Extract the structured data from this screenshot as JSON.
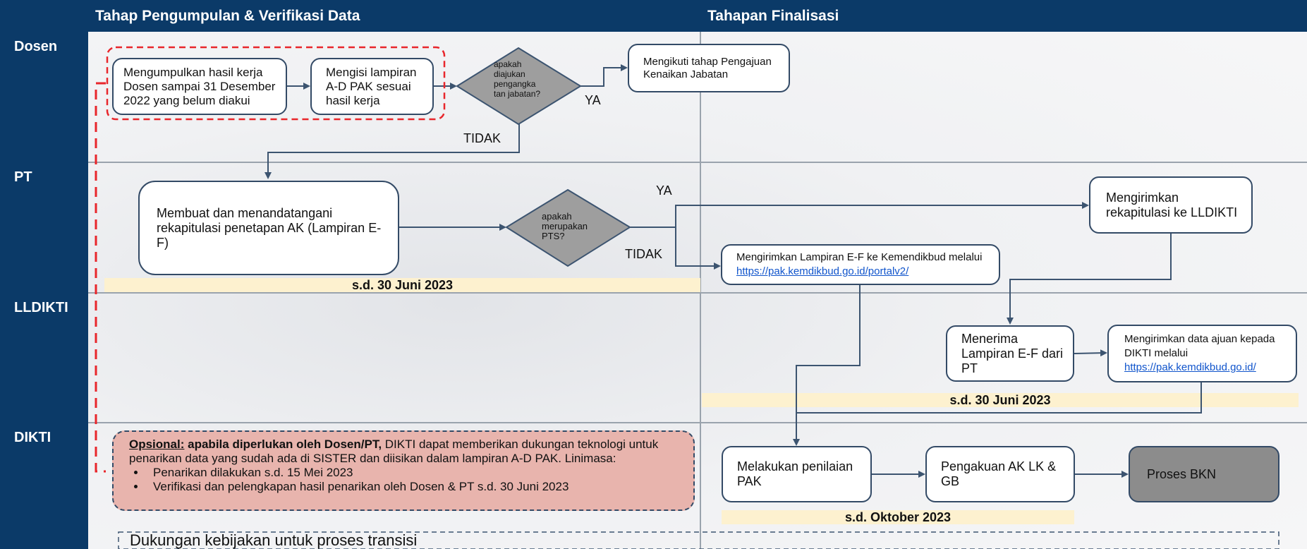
{
  "headers": {
    "phase1": "Tahap Pengumpulan & Verifikasi Data",
    "phase2": "Tahapan Finalisasi"
  },
  "lanes": [
    "Dosen",
    "PT",
    "LLDIKTI",
    "DIKTI"
  ],
  "dosen": {
    "step1": "Mengumpulkan hasil kerja Dosen sampai 31 Desember 2022 yang belum diakui",
    "step2": "Mengisi lampiran A-D PAK sesuai hasil kerja",
    "decision": "apakah diajukan pengangka tan jabatan?",
    "yes_label": "YA",
    "no_label": "TIDAK",
    "yes_result": "Mengikuti tahap Pengajuan Kenaikan Jabatan"
  },
  "pt": {
    "step": "Membuat dan menandatangani rekapitulasi penetapan AK (Lampiran E-F)",
    "decision": "apakah merupakan PTS?",
    "yes_label": "YA",
    "no_label": "TIDAK",
    "send_kemendikbud_text": "Mengirimkan Lampiran E-F ke Kemendikbud melalui",
    "send_kemendikbud_link": "https://pak.kemdikbud.go.id/portalv2/",
    "send_lldikti": "Mengirimkan rekapitulasi ke LLDIKTI",
    "deadline": "s.d. 30 Juni 2023"
  },
  "lldikti": {
    "receive": "Menerima Lampiran E-F dari PT",
    "send_text": "Mengirimkan data ajuan kepada DIKTI melalui",
    "send_link": "https://pak.kemdikbud.go.id/",
    "deadline": "s.d. 30 Juni 2023"
  },
  "dikti": {
    "optional_label": "Opsional:",
    "optional_bold": "apabila diperlukan oleh Dosen/PT,",
    "optional_text": "DIKTI dapat memberikan dukungan teknologi untuk penarikan data yang sudah ada di SISTER dan diisikan dalam lampiran A-D PAK. Linimasa:",
    "bullets": [
      "Penarikan dilakukan s.d. 15 Mei 2023",
      "Verifikasi dan pelengkapan hasil penarikan oleh Dosen & PT s.d. 30 Juni 2023"
    ],
    "assess": "Melakukan penilaian PAK",
    "recognition": "Pengakuan AK LK & GB",
    "bkn": "Proses BKN",
    "deadline": "s.d. Oktober 2023",
    "policy_support": "Dukungan kebijakan untuk proses transisi"
  },
  "colors": {
    "header_navy": "#0b3a68",
    "box_border": "#334a66",
    "decision_gray": "#9e9e9e",
    "deadline_bg": "#fdf1cf",
    "optional_bg": "#e8b4ad",
    "bkn_gray": "#8c8c8c",
    "dashed_red": "#e8262b",
    "link_blue": "#1155cc"
  }
}
